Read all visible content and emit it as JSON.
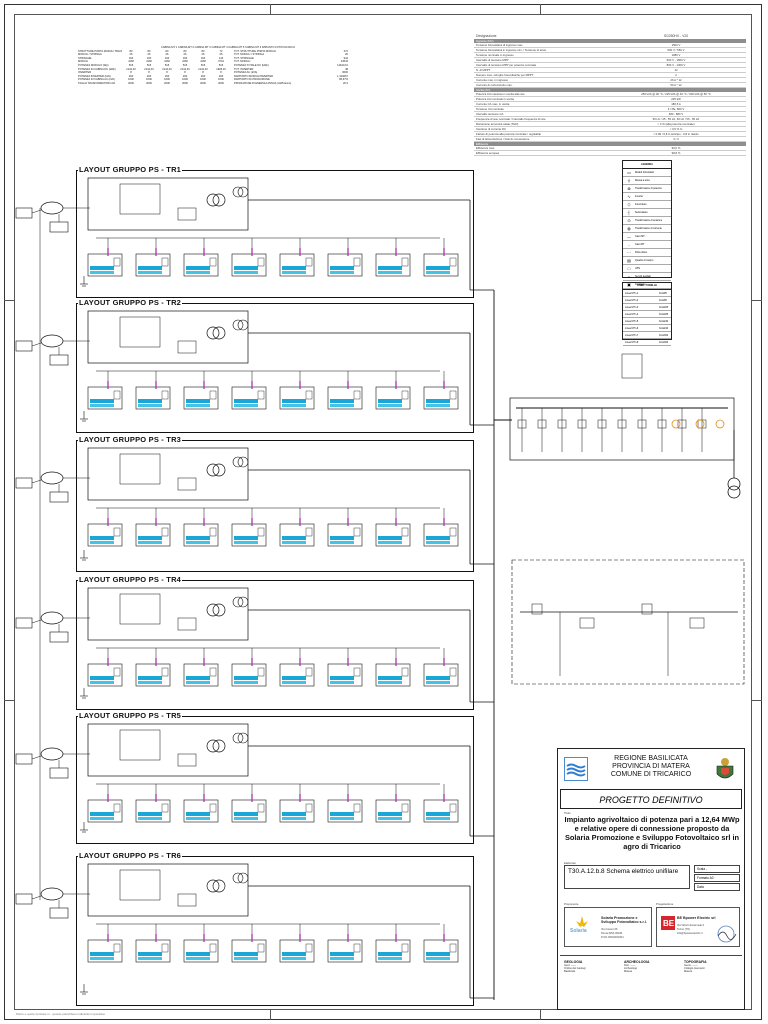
{
  "footer_note": "Pietro e quote riportate in - quotas potrebbero indicazioni operativa",
  "summary": {
    "header": "CABINA MT 1  CABINA MT 2  CABINA MT 3  CABINA MT 4  CABINA MT 5  CABINA MT 6  IMPIANTO FOTOVOLTAICO",
    "rows": [
      {
        "label": "STRUTTURE PORTA MODULI TRACKER",
        "vals": [
          "80",
          "80",
          "80",
          "80",
          "80",
          "72"
        ],
        "rlabel": "TOT. STRUTTURE PORTA MODULI",
        "rval": "472"
      },
      {
        "label": "MODULI / STRINGA",
        "vals": [
          "26",
          "26",
          "26",
          "26",
          "26",
          "26"
        ],
        "rlabel": "TOT. MODULI / STRINGA",
        "rval": "26"
      },
      {
        "label": "STRINGHE",
        "vals": [
          "160",
          "160",
          "160",
          "160",
          "160",
          "144"
        ],
        "rlabel": "TOT. STRINGHE",
        "rval": "944"
      },
      {
        "label": "MODULI",
        "vals": [
          "4160",
          "4160",
          "4160",
          "4160",
          "4160",
          "3744"
        ],
        "rlabel": "TOT. MODULI",
        "rval": "24544"
      },
      {
        "label": "POTENZA MODULO (Wp)",
        "vals": [
          "515",
          "515",
          "515",
          "515",
          "515",
          "515"
        ],
        "rlabel": "POTENZA TOTALE DC (kWp)",
        "rval": "12640,16"
      },
      {
        "label": "POTENZA DI CABINA DC (kWp)",
        "vals": [
          "2142,40",
          "2142,40",
          "2142,40",
          "2142,40",
          "2142,40",
          "1928,16"
        ],
        "rlabel": "TOT. INVERTER",
        "rval": "48"
      },
      {
        "label": "INVERTER",
        "vals": [
          "8",
          "8",
          "8",
          "8",
          "8",
          "8"
        ],
        "rlabel": "POTENZA AC (kVA)",
        "rval": "9600"
      },
      {
        "label": "POTENZA INVERTER (kVA)",
        "vals": [
          "200",
          "200",
          "200",
          "200",
          "200",
          "200"
        ],
        "rlabel": "RAPPORTO MODULI/INVERTER",
        "rval": "1,316667"
      },
      {
        "label": "POTENZA DI CABINA AC (kVA)",
        "vals": [
          "1600",
          "1600",
          "1600",
          "1600",
          "1600",
          "1600"
        ],
        "rlabel": "RAPPORTO DI PRODUZIONE",
        "rval": "86,67%"
      },
      {
        "label": "TAGLIA TRASFORMATORI kVA",
        "vals": [
          "2000",
          "2000",
          "2000",
          "2000",
          "2000",
          "2000"
        ],
        "rlabel": "PRODUZIONE DI ENERGIA ANNUA (GWh/anno)",
        "rval": "20,3"
      }
    ]
  },
  "spec": {
    "title_k": "Designazione",
    "title_v": "SG250HX - V20",
    "sections": [
      {
        "name": "Ingresso (DC)",
        "rows": [
          {
            "k": "Tensione fotovoltaica di ingresso max.",
            "v": "1500 V"
          },
          {
            "k": "Tensione fotovoltaica in ingresso min. / Tensione di avvio",
            "v": "500 V / 550 V"
          },
          {
            "k": "Tensione nominale in ingresso",
            "v": "1080 V"
          },
          {
            "k": "Intervallo di tensione MPP",
            "v": "500 V - 1500 V"
          },
          {
            "k": "Intervallo di tensione MPP per potenza nominale",
            "v": "860 V - 1300 V"
          },
          {
            "k": "N. di MPPT",
            "v": "12"
          },
          {
            "k": "Numero max. stringhe fotovoltaiche per MPPT",
            "v": "2"
          },
          {
            "k": "Corrente max. in ingresso",
            "v": "26 A * 12"
          },
          {
            "k": "Corrente di cortocircuito max.",
            "v": "50 A * 12"
          }
        ]
      },
      {
        "name": "Uscita (AC)",
        "rows": [
          {
            "k": "Potenza CA massima in uscita alla rete",
            "v": "250 kVA @ 30 °C / 225 kVA @ 40 °C / 200 kVA @ 50 °C"
          },
          {
            "k": "Potenza CA nominale in uscita",
            "v": "225 kW"
          },
          {
            "k": "Corrente CA max. in uscita",
            "v": "180,5 A"
          },
          {
            "k": "Tensione CA nominale",
            "v": "3 / PE, 800 V"
          },
          {
            "k": "Intervallo tensione CA",
            "v": "680 - 880 V"
          },
          {
            "k": "Frequenza di rete nominale / Intervallo frequenza di rete",
            "v": "50 Hz / 45 - 55 Hz, 60 Hz / 55 - 65 Hz"
          },
          {
            "k": "Distorsione armonica totale (THD)",
            "v": "< 3 % (alla potenza nominale)"
          },
          {
            "k": "Iniezione di corrente DC",
            "v": "< 0,5 % In"
          },
          {
            "k": "Fattore di potenza alla potenza nominale / regolabile",
            "v": "> 0,99 / 0,8 in anticipo - 0,8 in ritardo"
          },
          {
            "k": "Fasi di alimentazione / Fasi di connessione",
            "v": "3 / 3"
          }
        ]
      },
      {
        "name": "Efficienza",
        "rows": [
          {
            "k": "Efficienza max.",
            "v": "99,0 %"
          },
          {
            "k": "Efficienza europea",
            "v": "98,8 %"
          }
        ]
      }
    ]
  },
  "groups": [
    {
      "title": "LAYOUT GRUPPO PS - TR1"
    },
    {
      "title": "LAYOUT GRUPPO PS - TR2"
    },
    {
      "title": "LAYOUT GRUPPO PS - TR3"
    },
    {
      "title": "LAYOUT GRUPPO PS - TR4"
    },
    {
      "title": "LAYOUT GRUPPO PS - TR5"
    },
    {
      "title": "LAYOUT GRUPPO PS - TR6"
    }
  ],
  "legend": {
    "title": "LEGENDA",
    "items": [
      {
        "sym": "▭",
        "txt": "Moduli fotovoltaici"
      },
      {
        "sym": "⏚",
        "txt": "Messa a terra"
      },
      {
        "sym": "⊗",
        "txt": "Trasformatore di potenza"
      },
      {
        "sym": "∿",
        "txt": "Inverter"
      },
      {
        "sym": "⏀",
        "txt": "Interruttore"
      },
      {
        "sym": "┤",
        "txt": "Sezionatore"
      },
      {
        "sym": "⊙",
        "txt": "Trasformatore di tensione"
      },
      {
        "sym": "◍",
        "txt": "Trasformatore di corrente"
      },
      {
        "sym": "—",
        "txt": "Cavo MT"
      },
      {
        "sym": "‐",
        "txt": "Cavo BT"
      },
      {
        "sym": "⋯",
        "txt": "Fibra ottica"
      },
      {
        "sym": "▤",
        "txt": "Quadro di campo"
      },
      {
        "sym": "□",
        "txt": "UPS"
      },
      {
        "sym": "○",
        "txt": "Servizi ausiliari"
      },
      {
        "sym": "▣",
        "txt": "Contatore"
      }
    ]
  },
  "legend2": {
    "title": "LINEE / TABELLE",
    "rows": [
      {
        "a": "Linea MT L1",
        "b": "3x1x95"
      },
      {
        "a": "Linea MT L2",
        "b": "3x1x95"
      },
      {
        "a": "Linea MT L3",
        "b": "3x1x185"
      },
      {
        "a": "Linea MT L4",
        "b": "3x1x185"
      },
      {
        "a": "Linea MT L5",
        "b": "3x1x240"
      },
      {
        "a": "Linea MT L6",
        "b": "3x1x240"
      },
      {
        "a": "Linea MT L7",
        "b": "3x1x300"
      },
      {
        "a": "Linea MT L8",
        "b": "3x1x300"
      }
    ]
  },
  "title_block": {
    "region_line1": "REGIONE BASILICATA",
    "region_line2": "PROVINCIA DI MATERA",
    "region_line3": "COMUNE DI TRICARICO",
    "project_label": "PROGETTO DEFINITIVO",
    "desc_label": "Titolo",
    "description": "Impianto agrivoltaico di potenza pari a 12,64 MWp e relative opere di connessione proposto da Solaria Promozione e Sviluppo Fotovoltaico srl in agro di Tricarico",
    "elab_label": "Elaborato",
    "elaborato": "T30.A.12.b.8 Schema elettrico unifilare",
    "meta": [
      {
        "k": "Scala",
        "v": "-"
      },
      {
        "k": "Formato",
        "v": "A0"
      },
      {
        "k": "Data",
        "v": ""
      }
    ],
    "proponent_label": "Proponente",
    "proponent_name": "Solaria Promozione e Sviluppo Fotovoltaico s.r.l.",
    "proponent_lines": [
      "Via Cavour 66",
      "Roma (RM) 00184",
      "P.IVA 15040391004"
    ],
    "solaria_logo": "Solaria",
    "designer_label": "Progettazione",
    "designer_name": "BE Bpower Electric srl",
    "designer_lines": [
      "Via Vittorio Emanuele II",
      "Torino (TO)",
      "info@bpowerelectric.it"
    ],
    "bottom_cols": [
      {
        "head": "GEOLOGIA",
        "lines": [
          "Geol. ——",
          "Ordine dei Geologi",
          "Basilicata"
        ]
      },
      {
        "head": "ARCHEOLOGIA",
        "lines": [
          "Dott. ——",
          "Archeologo",
          "Matera"
        ]
      },
      {
        "head": "TOPOGRAFIA",
        "lines": [
          "Geom. ——",
          "Collegio Geometri",
          "Matera"
        ]
      }
    ]
  }
}
